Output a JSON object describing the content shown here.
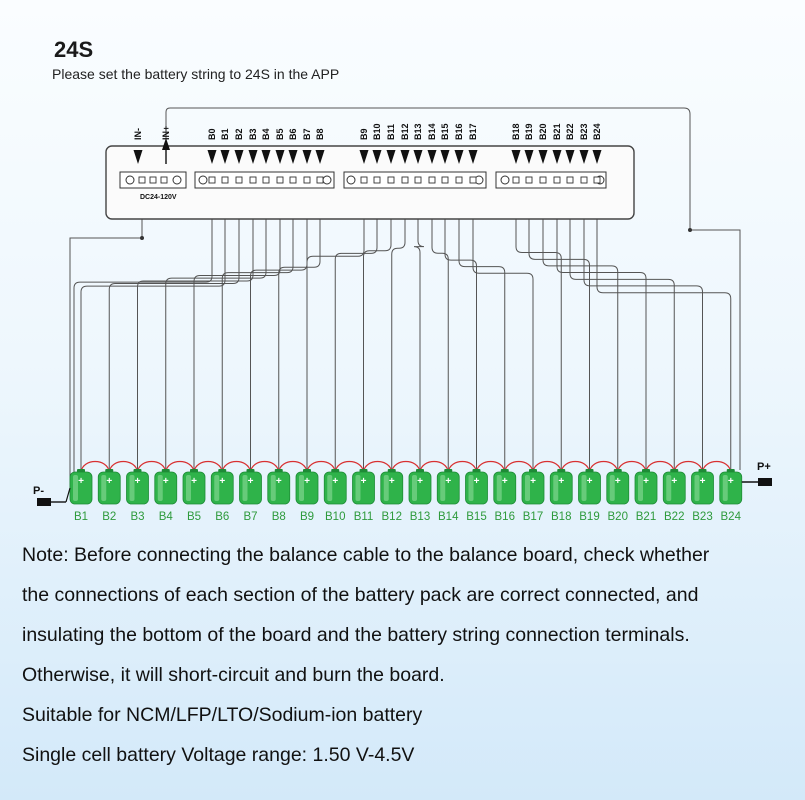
{
  "title": "24S",
  "subtitle": "Please set the battery string to 24S in the APP",
  "board": {
    "power_labels": [
      "IN-",
      "IN+"
    ],
    "power_rating": "DC24-120V",
    "connector_groups": [
      [
        "B0",
        "B1",
        "B2",
        "B3",
        "B4",
        "B5",
        "B6",
        "B7",
        "B8"
      ],
      [
        "B9",
        "B10",
        "B11",
        "B12",
        "B13",
        "B14",
        "B15",
        "B16",
        "B17"
      ],
      [
        "B18",
        "B19",
        "B20",
        "B21",
        "B22",
        "B23",
        "B24"
      ]
    ]
  },
  "battery": {
    "cells": [
      "B1",
      "B2",
      "B3",
      "B4",
      "B5",
      "B6",
      "B7",
      "B8",
      "B9",
      "B10",
      "B11",
      "B12",
      "B13",
      "B14",
      "B15",
      "B16",
      "B17",
      "B18",
      "B19",
      "B20",
      "B21",
      "B22",
      "B23",
      "B24"
    ],
    "pack_negative": "P-",
    "pack_positive": "P+",
    "cell_plus_symbol": "+"
  },
  "colors": {
    "cell_green": "#2fb34a",
    "cell_label_green": "#2e9a3c",
    "link_red": "#d83030",
    "wire": "#555555"
  },
  "notes": [
    "Note: Before connecting the balance cable to the balance board, check whether",
    "the connections of each section of the battery pack are correct connected, and",
    "insulating the bottom of the board and the battery string connection terminals.",
    "Otherwise, it will short-circuit and burn the board.",
    "Suitable for NCM/LFP/LTO/Sodium-ion battery",
    "Single cell battery Voltage range: 1.50 V-4.5V"
  ]
}
